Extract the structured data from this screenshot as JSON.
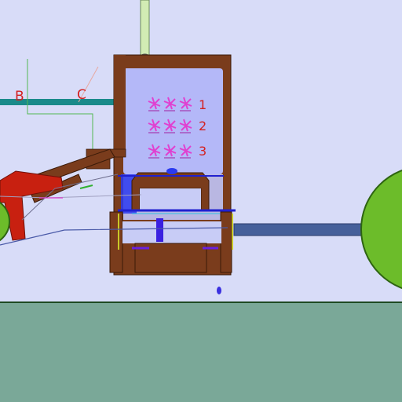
{
  "colors": {
    "sky": "#d8dcf8",
    "ground": "#7aa898",
    "ground_line": "#1e4a22",
    "frame": "#7a3c1c",
    "frame_edge": "#3a1a08",
    "chamber": "#b4b8f8",
    "wheel": "#6cbc2a",
    "wheel_edge": "#2e6412",
    "axle": "#46609a",
    "rod": "#d2ecb4",
    "beam": "#1a8a8a",
    "particle": "#e040d0",
    "linkage": "#c02010",
    "label": "#d42020"
  },
  "labels": {
    "b": "B",
    "c": "C"
  },
  "particle_rows": [
    {
      "label": "1",
      "count": 3
    },
    {
      "label": "2",
      "count": 3
    },
    {
      "label": "3",
      "count": 3
    }
  ]
}
